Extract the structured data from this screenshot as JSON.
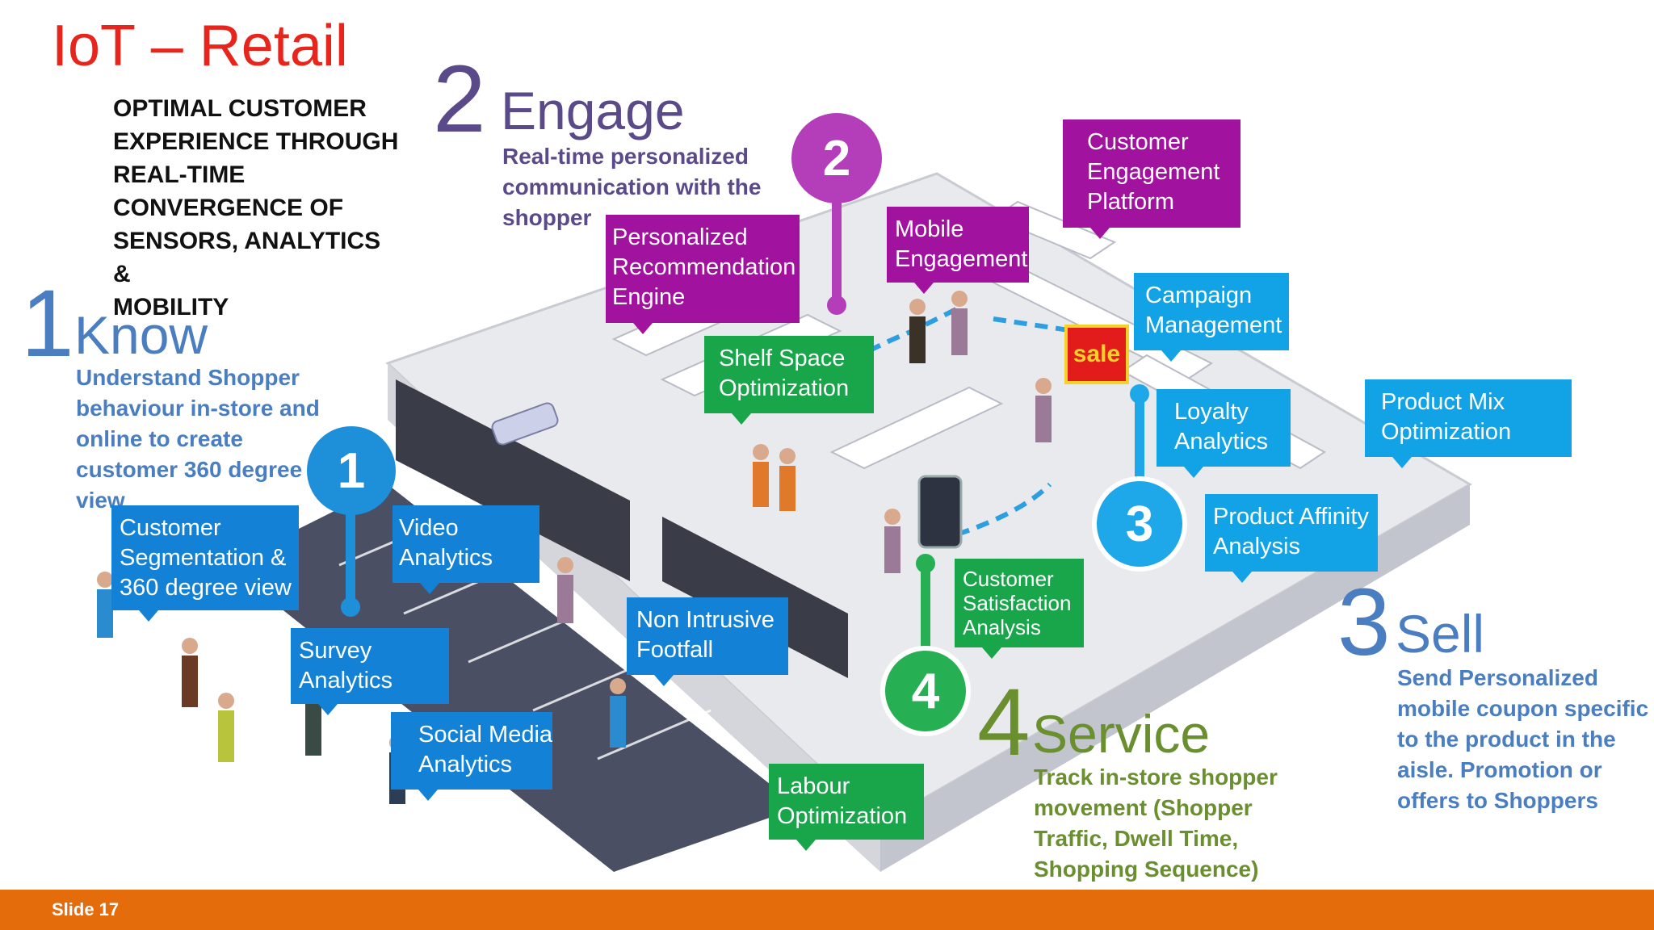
{
  "title": "IoT – Retail",
  "subtitle_lines": [
    "OPTIMAL CUSTOMER",
    "EXPERIENCE THROUGH",
    "REAL-TIME",
    "CONVERGENCE OF",
    "SENSORS, ANALYTICS &",
    "MOBILITY"
  ],
  "stages": {
    "know": {
      "number": "1",
      "name": "Know",
      "color": "#4a7ec0",
      "desc_lines": [
        "Understand Shopper",
        "behaviour in-store and",
        "online to create",
        "customer 360 degree",
        "view"
      ]
    },
    "engage": {
      "number": "2",
      "name": "Engage",
      "color": "#5b4a8a",
      "desc_lines": [
        "Real-time personalized",
        "communication with the",
        "shopper"
      ]
    },
    "sell": {
      "number": "3",
      "name": "Sell",
      "color": "#4a7ec0",
      "desc_lines": [
        "Send Personalized",
        "mobile coupon specific",
        "to the product in the",
        "aisle. Promotion or",
        "offers to Shoppers"
      ]
    },
    "service": {
      "number": "4",
      "name": "Service",
      "color": "#6a8f2e",
      "desc_lines": [
        "Track in-store shopper",
        "movement (Shopper",
        "Traffic, Dwell Time,",
        "Shopping Sequence)"
      ]
    }
  },
  "pins": {
    "p1": "1",
    "p2": "2",
    "p3": "3",
    "p4": "4"
  },
  "callouts": {
    "customer_segmentation": [
      "Customer",
      "Segmentation &",
      "360 degree view"
    ],
    "video_analytics": [
      "Video",
      "Analytics"
    ],
    "survey_analytics": [
      "Survey",
      "Analytics"
    ],
    "social_media_analytics": [
      "Social Media",
      "Analytics"
    ],
    "non_intrusive_footfall": [
      "Non Intrusive",
      "Footfall"
    ],
    "personalized_recommendation": [
      "Personalized",
      "Recommendation",
      "Engine"
    ],
    "mobile_engagement": [
      "Mobile",
      "Engagement"
    ],
    "customer_engagement_platform": [
      "Customer",
      "Engagement",
      "Platform"
    ],
    "shelf_space_optimization": [
      "Shelf Space",
      "Optimization"
    ],
    "campaign_management": [
      "Campaign",
      "Management"
    ],
    "loyalty_analytics": [
      "Loyalty",
      "Analytics"
    ],
    "product_mix_optimization": [
      "Product Mix",
      "Optimization"
    ],
    "product_affinity_analysis": [
      "Product Affinity",
      "Analysis"
    ],
    "customer_satisfaction_analysis": [
      "Customer",
      "Satisfaction",
      "Analysis"
    ],
    "labour_optimization": [
      "Labour",
      "Optimization"
    ]
  },
  "sale_sign": "sale",
  "footer": {
    "slide_label": "Slide 17"
  },
  "colors": {
    "title_red": "#e8251d",
    "footer_orange": "#e46c0a",
    "blue": "#1382d6",
    "cyan": "#11a3e6",
    "purple": "#a1139e",
    "green": "#19a54a"
  }
}
